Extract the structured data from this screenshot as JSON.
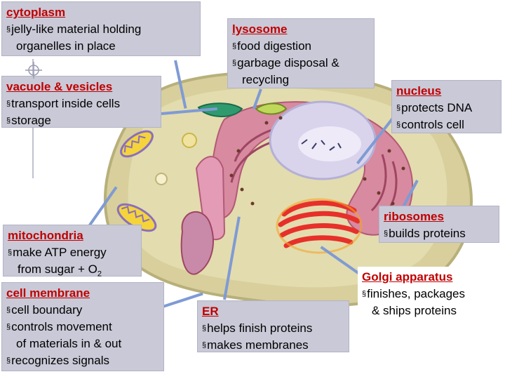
{
  "labels": {
    "cytoplasm": {
      "title": "cytoplasm",
      "lines": [
        "jelly-like material holding",
        "organelles in place"
      ]
    },
    "lysosome": {
      "title": "lysosome",
      "lines": [
        "food digestion",
        "garbage disposal &",
        "recycling"
      ]
    },
    "vacuole": {
      "title": "vacuole & vesicles",
      "lines": [
        "transport inside cells",
        "storage"
      ]
    },
    "nucleus": {
      "title": "nucleus",
      "lines": [
        "protects DNA",
        "controls cell"
      ]
    },
    "ribosomes": {
      "title": "ribosomes",
      "lines": [
        "builds proteins"
      ]
    },
    "mitochondria": {
      "title": "mitochondria",
      "lines": [
        "make ATP energy",
        "from sugar + O",
        "2"
      ]
    },
    "golgi": {
      "title": "Golgi apparatus",
      "lines": [
        "finishes, packages",
        "& ships proteins"
      ]
    },
    "membrane": {
      "title": "cell membrane",
      "lines": [
        "cell boundary",
        "controls movement",
        "of materials in & out",
        "recognizes signals"
      ]
    },
    "er": {
      "title": "ER",
      "lines": [
        "helps finish proteins",
        "makes membranes"
      ]
    }
  },
  "bullet": "§",
  "colors": {
    "box": "#c9c9d7",
    "title": "#c00000",
    "pointer": "#7f9bd4",
    "cytoplasm": "#d8cf9c",
    "nucleus": "#d9d4ec",
    "er": "#d88aa0",
    "golgi": "#e7302a"
  }
}
